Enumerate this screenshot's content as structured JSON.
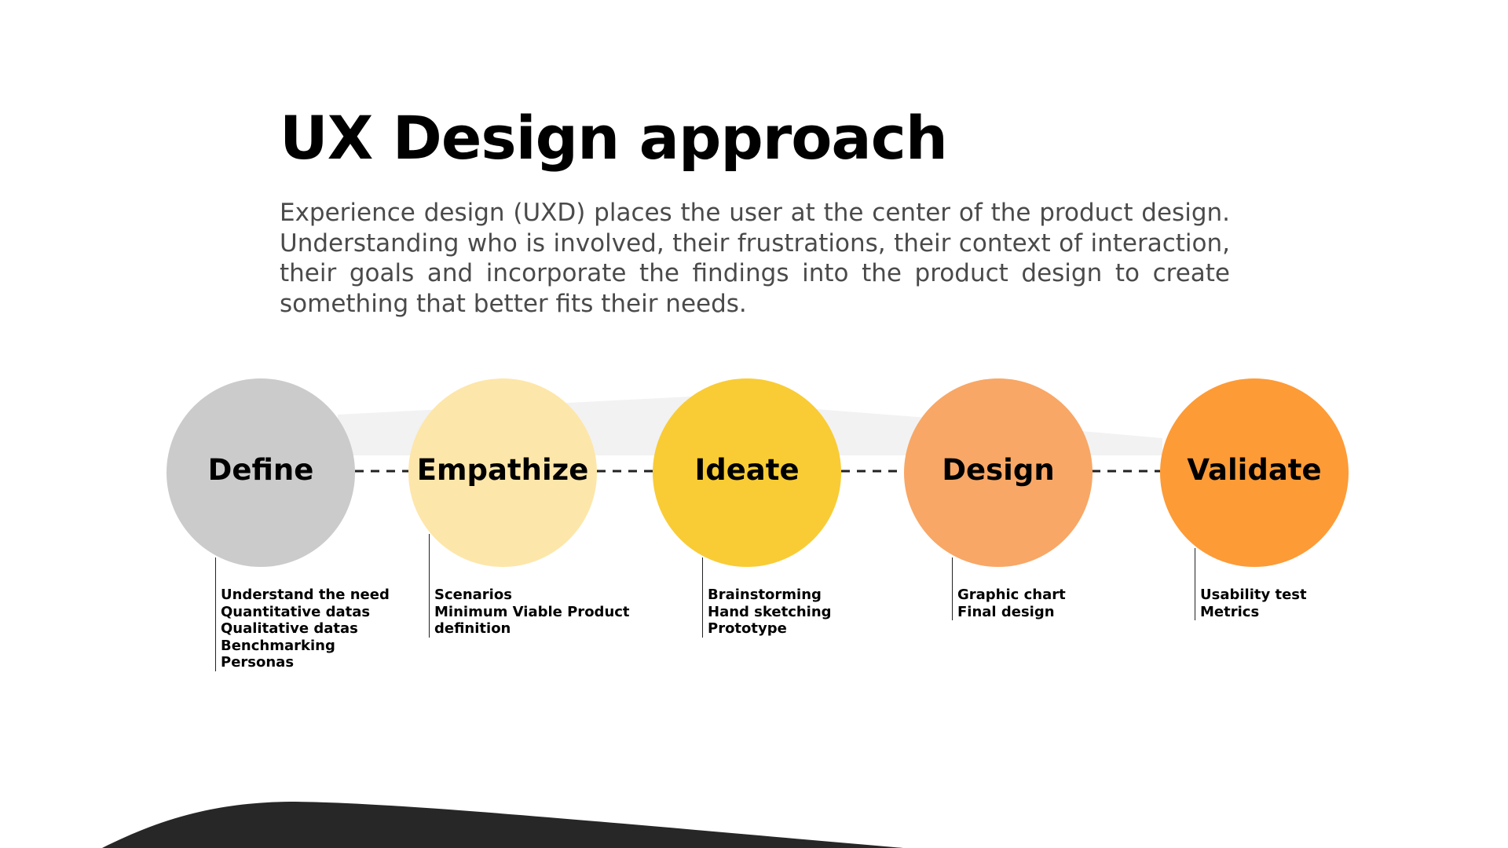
{
  "heading": {
    "title": "UX Design approach",
    "intro": "Experience design (UXD) places the user at the center of the product design. Understanding who is involved, their frustrations, their context of interaction, their goals and incorporate the findings into the product design to create something that better fits their needs."
  },
  "stages": [
    {
      "label": "Define",
      "color": "#cbcbcb",
      "items": [
        "Understand the need",
        "Quantitative datas",
        "Qualitative datas",
        "Benchmarking",
        "Personas"
      ]
    },
    {
      "label": "Empathize",
      "color": "#fde6a9",
      "items": [
        "Scenarios",
        "Minimum Viable Product",
        "definition"
      ]
    },
    {
      "label": "Ideate",
      "color": "#f9cc35",
      "items": [
        "Brainstorming",
        "Hand sketching",
        "Prototype"
      ]
    },
    {
      "label": "Design",
      "color": "#f8a766",
      "items": [
        "Graphic chart",
        "Final design"
      ]
    },
    {
      "label": "Validate",
      "color": "#fd9b37",
      "items": [
        "Usability test",
        "Metrics"
      ]
    }
  ],
  "colors": {
    "background": "#ffffff",
    "band": "#f2f2f2",
    "connector": "#222222",
    "footer_shape": "#272727"
  }
}
